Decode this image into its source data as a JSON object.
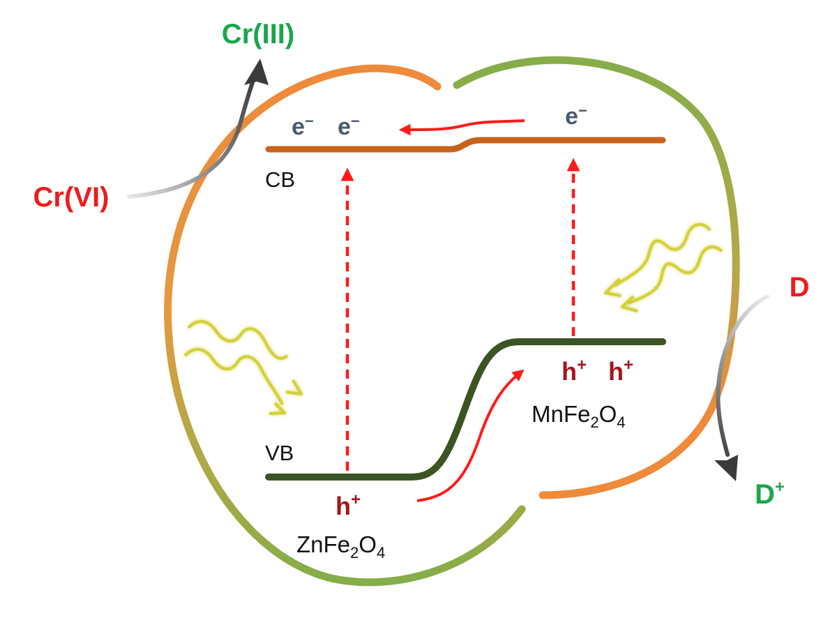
{
  "labels": {
    "cr_iii": "Cr(III)",
    "cr_vi": "Cr(VI)",
    "d": "D",
    "d_plus_base": "D",
    "d_plus_sup": "+",
    "cb": "CB",
    "vb": "VB",
    "electron": "e",
    "electron_sup": "−",
    "hole": "h",
    "hole_sup": "+",
    "zn_part1": "ZnFe",
    "zn_sub1": "2",
    "zn_part2": "O",
    "zn_sub2": "4",
    "mn_part1": "MnFe",
    "mn_sub1": "2",
    "mn_part2": "O",
    "mn_sub2": "4"
  },
  "colors": {
    "green_text": "#1aa64b",
    "red_text": "#ee1c1c",
    "dark_red": "#a3161a",
    "electron": "#4a5a6e",
    "cb_band": "#c8631c",
    "vb_band": "#3b5424",
    "arrow_red": "#ff1a1a",
    "orange_arc": "#ee8a3a",
    "green_arc": "#86ad48",
    "light_wave": "#d4d03a"
  },
  "icons": {
    "light": "wavy-light-icon"
  }
}
